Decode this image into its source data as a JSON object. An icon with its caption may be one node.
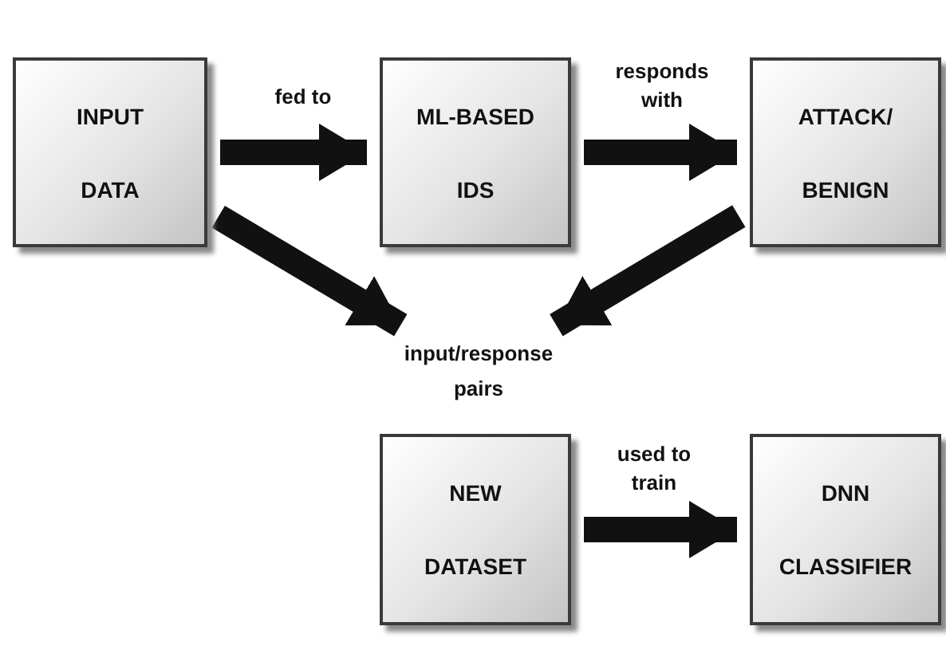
{
  "diagram": {
    "nodes": [
      {
        "text": [
          "INPUT DATA"
        ]
      },
      {
        "text": [
          "ML-BASED IDS"
        ]
      },
      {
        "text": [
          "ATTACK/ BENIGN"
        ]
      },
      {
        "text": [
          "input/response pairs"
        ]
      },
      {
        "text": [
          "NEW DATASET"
        ]
      },
      {
        "text": [
          "DNN CLASSIFIER"
        ]
      }
    ],
    "edges": [
      {
        "from": 0,
        "to": 1,
        "arrow": "to",
        "label": "fed to"
      },
      {
        "from": 1,
        "to": 2,
        "arrow": "to",
        "label": "responds with"
      },
      {
        "from": 0,
        "to": 3,
        "arrow": "to"
      },
      {
        "from": 2,
        "to": 3,
        "arrow": "to"
      },
      {
        "from": 4,
        "to": 5,
        "arrow": "to",
        "label": "used to train"
      }
    ]
  }
}
